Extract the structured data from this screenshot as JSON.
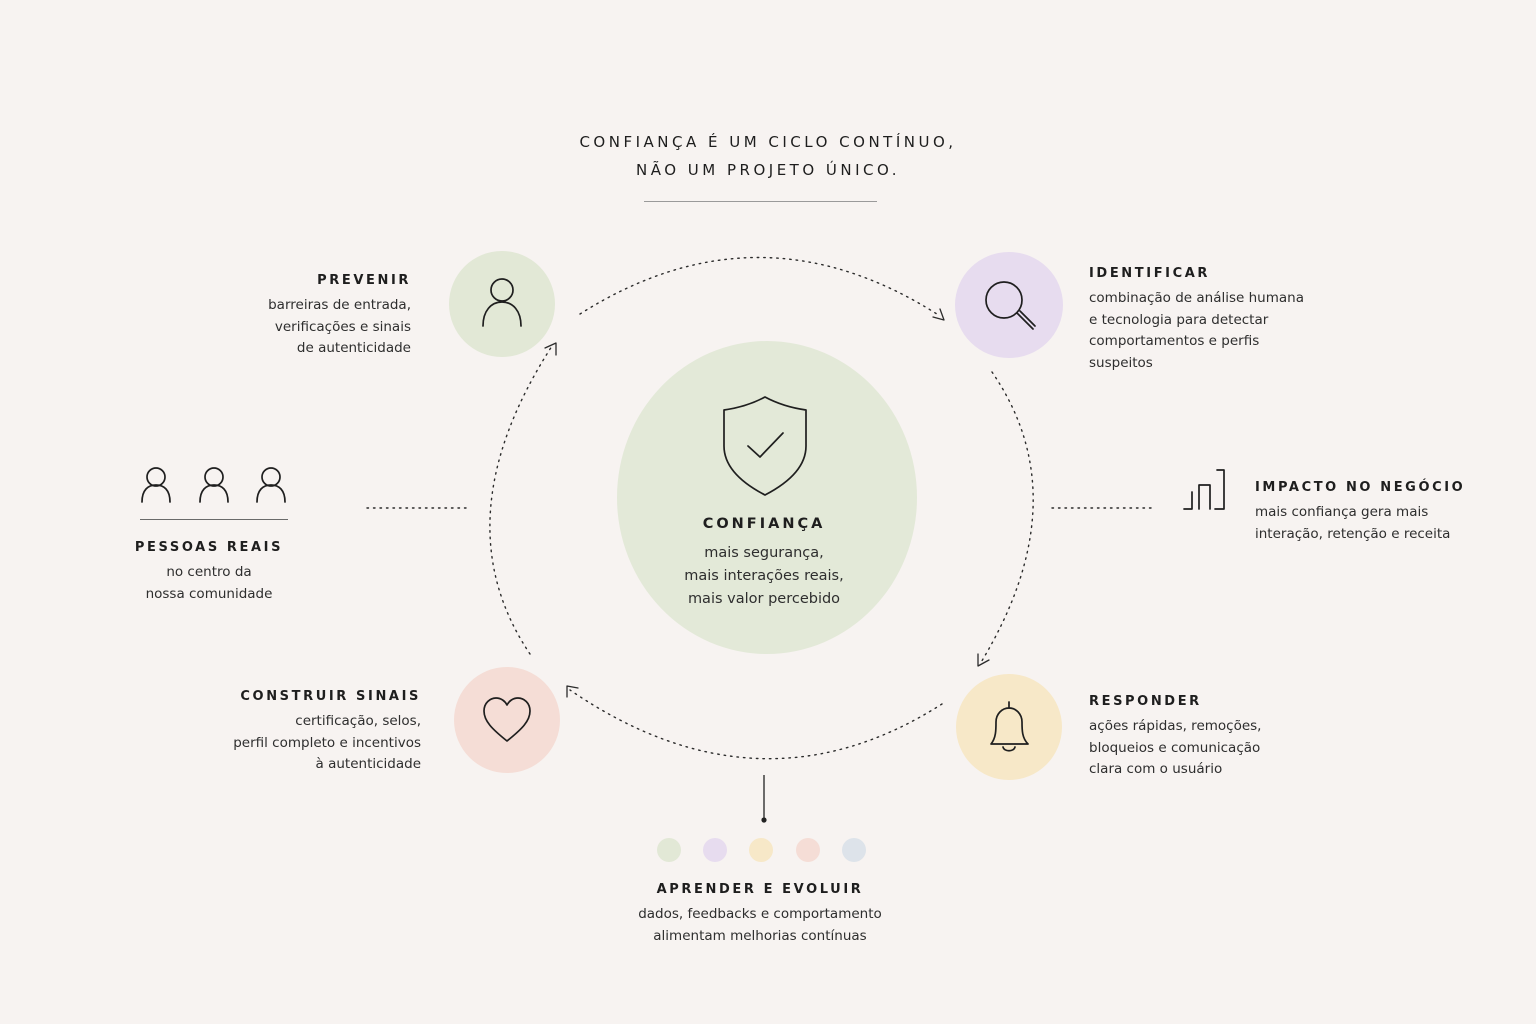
{
  "title": {
    "line1": "CONFIANÇA É UM CICLO CONTÍNUO,",
    "line2": "NÃO UM PROJETO ÚNICO."
  },
  "center": {
    "icon": "shield-check-icon",
    "title": "CONFIANÇA",
    "lines": [
      "mais segurança,",
      "mais interações reais,",
      "mais valor percebido"
    ],
    "color": "#e3e9d8"
  },
  "steps": {
    "prevenir": {
      "icon": "person-icon",
      "color": "#e2e8d6",
      "title": "PREVENIR",
      "lines": [
        "barreiras de entrada,",
        "verificações e sinais",
        "de autenticidade"
      ]
    },
    "identificar": {
      "icon": "magnifier-icon",
      "color": "#e7dcef",
      "title": "IDENTIFICAR",
      "lines": [
        "combinação de análise humana",
        "e tecnologia para detectar",
        "comportamentos e perfis",
        "suspeitos"
      ]
    },
    "responder": {
      "icon": "bell-icon",
      "color": "#f7e8c8",
      "title": "RESPONDER",
      "lines": [
        "ações rápidas, remoções,",
        "bloqueios e comunicação",
        "clara com o usuário"
      ]
    },
    "construir": {
      "icon": "heart-icon",
      "color": "#f5ddd6",
      "title": "CONSTRUIR SINAIS",
      "lines": [
        "certificação, selos,",
        "perfil completo e incentivos",
        "à autenticidade"
      ]
    }
  },
  "pessoas": {
    "icon": "people-group-icon",
    "title": "PESSOAS REAIS",
    "lines": [
      "no centro da",
      "nossa comunidade"
    ]
  },
  "impacto": {
    "icon": "bar-chart-icon",
    "title": "IMPACTO NO NEGÓCIO",
    "lines": [
      "mais confiança gera mais",
      "interação, retenção e receita"
    ]
  },
  "aprender": {
    "title": "APRENDER E EVOLUIR",
    "lines": [
      "dados, feedbacks e comportamento",
      "alimentam melhorias contínuas"
    ],
    "dots": [
      "#e2e8d6",
      "#e7dcef",
      "#f7e8c8",
      "#f5ddd6",
      "#dde3ea"
    ]
  }
}
